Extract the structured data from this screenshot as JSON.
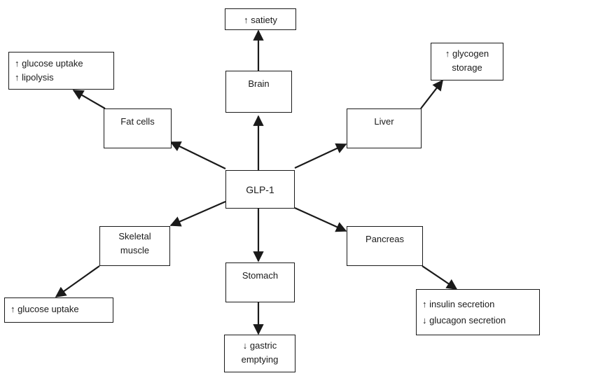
{
  "diagram": {
    "center": {
      "label": "GLP-1"
    },
    "organs": {
      "brain": "Brain",
      "fat_cells": "Fat cells",
      "liver": "Liver",
      "skeletal_muscle": [
        "Skeletal",
        "muscle"
      ],
      "stomach": "Stomach",
      "pancreas": "Pancreas"
    },
    "effects": {
      "satiety": "↑ satiety",
      "fat": [
        "↑ glucose uptake",
        "↑ lipolysis"
      ],
      "liver": [
        "↑ glycogen",
        "storage"
      ],
      "muscle": "↑ glucose uptake",
      "stomach": [
        "↓ gastric",
        "emptying"
      ],
      "pancreas": [
        "↑ insulin secretion",
        "↓ glucagon secretion"
      ]
    },
    "colors": {
      "line": "#1a1a1a",
      "background": "#ffffff"
    }
  }
}
